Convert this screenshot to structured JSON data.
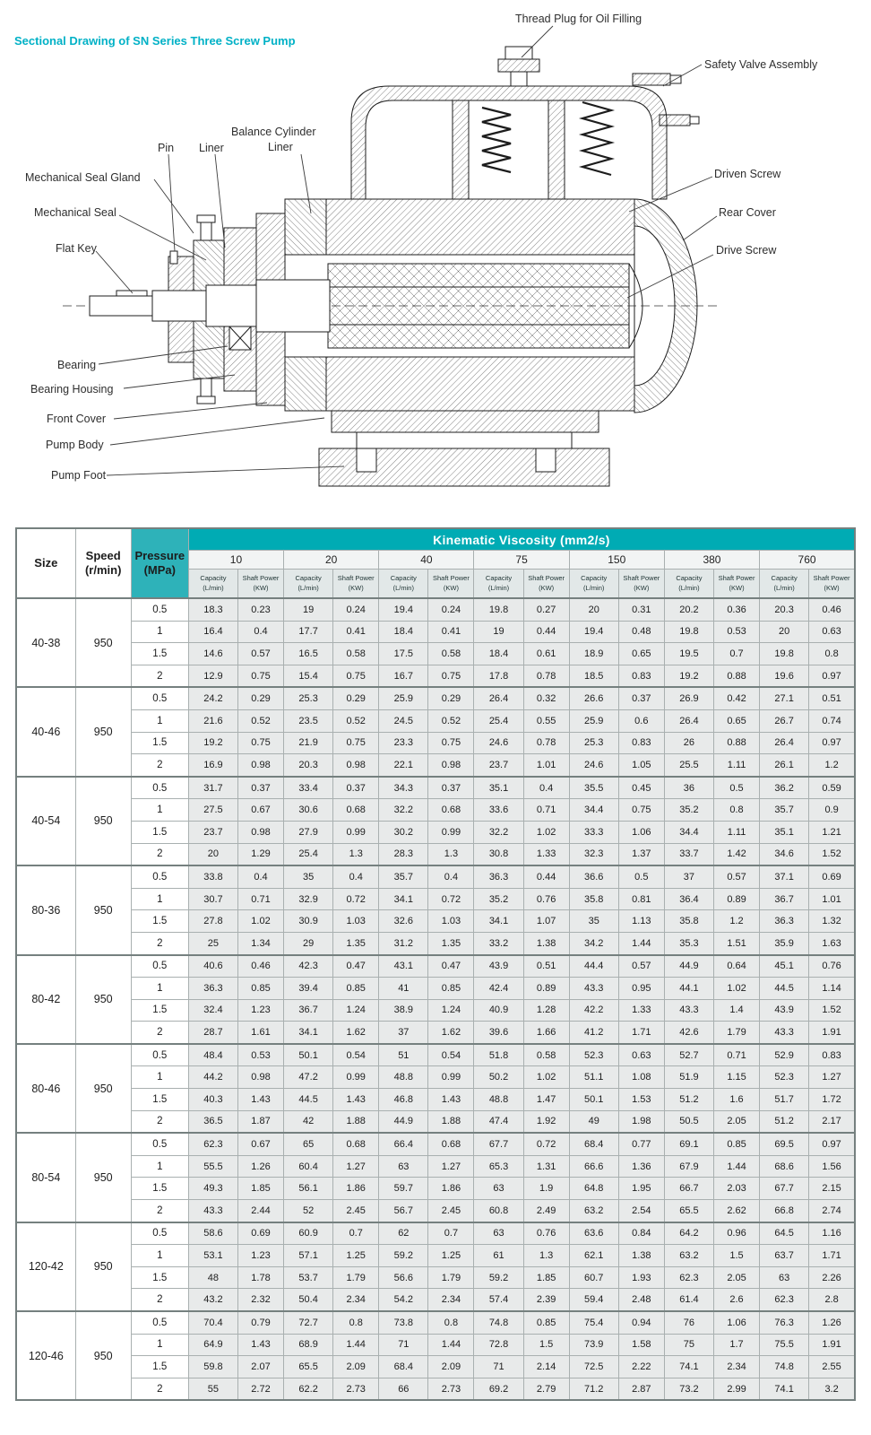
{
  "colors": {
    "accent_teal": "#00ABB4",
    "title_teal": "#00B1C6",
    "data_cell_gray": "#E8EAEA"
  },
  "drawing": {
    "title": "Sectional Drawing of SN Series Three Screw Pump",
    "labels": {
      "thread_plug": "Thread Plug for Oil Filling",
      "safety_valve": "Safety Valve Assembly",
      "balance_cylinder_line1": "Balance Cylinder",
      "balance_cylinder_line2": "Liner",
      "pin": "Pin",
      "liner": "Liner",
      "mechanical_seal_gland": "Mechanical Seal Gland",
      "mechanical_seal": "Mechanical Seal",
      "flat_key": "Flat Key",
      "driven_screw": "Driven Screw",
      "rear_cover": "Rear Cover",
      "drive_screw": "Drive Screw",
      "bearing": "Bearing",
      "bearing_housing": "Bearing Housing",
      "front_cover": "Front Cover",
      "pump_body": "Pump Body",
      "pump_foot": "Pump Foot"
    }
  },
  "table": {
    "header": {
      "size": "Size",
      "speed": "Speed\n(r/min)",
      "pressure": "Pressure\n(MPa)",
      "viscosity_title": "Kinematic Viscosity (mm2/s)",
      "viscosities": [
        "10",
        "20",
        "40",
        "75",
        "150",
        "380",
        "760"
      ],
      "capacity_label": "Capacity\n(L/min)",
      "power_label": "Shaft Power\n(KW)"
    },
    "groups": [
      {
        "size": "40-38",
        "speed": "950",
        "rows": [
          {
            "pressure": "0.5",
            "values": [
              "18.3",
              "0.23",
              "19",
              "0.24",
              "19.4",
              "0.24",
              "19.8",
              "0.27",
              "20",
              "0.31",
              "20.2",
              "0.36",
              "20.3",
              "0.46"
            ]
          },
          {
            "pressure": "1",
            "values": [
              "16.4",
              "0.4",
              "17.7",
              "0.41",
              "18.4",
              "0.41",
              "19",
              "0.44",
              "19.4",
              "0.48",
              "19.8",
              "0.53",
              "20",
              "0.63"
            ]
          },
          {
            "pressure": "1.5",
            "values": [
              "14.6",
              "0.57",
              "16.5",
              "0.58",
              "17.5",
              "0.58",
              "18.4",
              "0.61",
              "18.9",
              "0.65",
              "19.5",
              "0.7",
              "19.8",
              "0.8"
            ]
          },
          {
            "pressure": "2",
            "values": [
              "12.9",
              "0.75",
              "15.4",
              "0.75",
              "16.7",
              "0.75",
              "17.8",
              "0.78",
              "18.5",
              "0.83",
              "19.2",
              "0.88",
              "19.6",
              "0.97"
            ]
          }
        ]
      },
      {
        "size": "40-46",
        "speed": "950",
        "rows": [
          {
            "pressure": "0.5",
            "values": [
              "24.2",
              "0.29",
              "25.3",
              "0.29",
              "25.9",
              "0.29",
              "26.4",
              "0.32",
              "26.6",
              "0.37",
              "26.9",
              "0.42",
              "27.1",
              "0.51"
            ]
          },
          {
            "pressure": "1",
            "values": [
              "21.6",
              "0.52",
              "23.5",
              "0.52",
              "24.5",
              "0.52",
              "25.4",
              "0.55",
              "25.9",
              "0.6",
              "26.4",
              "0.65",
              "26.7",
              "0.74"
            ]
          },
          {
            "pressure": "1.5",
            "values": [
              "19.2",
              "0.75",
              "21.9",
              "0.75",
              "23.3",
              "0.75",
              "24.6",
              "0.78",
              "25.3",
              "0.83",
              "26",
              "0.88",
              "26.4",
              "0.97"
            ]
          },
          {
            "pressure": "2",
            "values": [
              "16.9",
              "0.98",
              "20.3",
              "0.98",
              "22.1",
              "0.98",
              "23.7",
              "1.01",
              "24.6",
              "1.05",
              "25.5",
              "1.11",
              "26.1",
              "1.2"
            ]
          }
        ]
      },
      {
        "size": "40-54",
        "speed": "950",
        "rows": [
          {
            "pressure": "0.5",
            "values": [
              "31.7",
              "0.37",
              "33.4",
              "0.37",
              "34.3",
              "0.37",
              "35.1",
              "0.4",
              "35.5",
              "0.45",
              "36",
              "0.5",
              "36.2",
              "0.59"
            ]
          },
          {
            "pressure": "1",
            "values": [
              "27.5",
              "0.67",
              "30.6",
              "0.68",
              "32.2",
              "0.68",
              "33.6",
              "0.71",
              "34.4",
              "0.75",
              "35.2",
              "0.8",
              "35.7",
              "0.9"
            ]
          },
          {
            "pressure": "1.5",
            "values": [
              "23.7",
              "0.98",
              "27.9",
              "0.99",
              "30.2",
              "0.99",
              "32.2",
              "1.02",
              "33.3",
              "1.06",
              "34.4",
              "1.11",
              "35.1",
              "1.21"
            ]
          },
          {
            "pressure": "2",
            "values": [
              "20",
              "1.29",
              "25.4",
              "1.3",
              "28.3",
              "1.3",
              "30.8",
              "1.33",
              "32.3",
              "1.37",
              "33.7",
              "1.42",
              "34.6",
              "1.52"
            ]
          }
        ]
      },
      {
        "size": "80-36",
        "speed": "950",
        "rows": [
          {
            "pressure": "0.5",
            "values": [
              "33.8",
              "0.4",
              "35",
              "0.4",
              "35.7",
              "0.4",
              "36.3",
              "0.44",
              "36.6",
              "0.5",
              "37",
              "0.57",
              "37.1",
              "0.69"
            ]
          },
          {
            "pressure": "1",
            "values": [
              "30.7",
              "0.71",
              "32.9",
              "0.72",
              "34.1",
              "0.72",
              "35.2",
              "0.76",
              "35.8",
              "0.81",
              "36.4",
              "0.89",
              "36.7",
              "1.01"
            ]
          },
          {
            "pressure": "1.5",
            "values": [
              "27.8",
              "1.02",
              "30.9",
              "1.03",
              "32.6",
              "1.03",
              "34.1",
              "1.07",
              "35",
              "1.13",
              "35.8",
              "1.2",
              "36.3",
              "1.32"
            ]
          },
          {
            "pressure": "2",
            "values": [
              "25",
              "1.34",
              "29",
              "1.35",
              "31.2",
              "1.35",
              "33.2",
              "1.38",
              "34.2",
              "1.44",
              "35.3",
              "1.51",
              "35.9",
              "1.63"
            ]
          }
        ]
      },
      {
        "size": "80-42",
        "speed": "950",
        "rows": [
          {
            "pressure": "0.5",
            "values": [
              "40.6",
              "0.46",
              "42.3",
              "0.47",
              "43.1",
              "0.47",
              "43.9",
              "0.51",
              "44.4",
              "0.57",
              "44.9",
              "0.64",
              "45.1",
              "0.76"
            ]
          },
          {
            "pressure": "1",
            "values": [
              "36.3",
              "0.85",
              "39.4",
              "0.85",
              "41",
              "0.85",
              "42.4",
              "0.89",
              "43.3",
              "0.95",
              "44.1",
              "1.02",
              "44.5",
              "1.14"
            ]
          },
          {
            "pressure": "1.5",
            "values": [
              "32.4",
              "1.23",
              "36.7",
              "1.24",
              "38.9",
              "1.24",
              "40.9",
              "1.28",
              "42.2",
              "1.33",
              "43.3",
              "1.4",
              "43.9",
              "1.52"
            ]
          },
          {
            "pressure": "2",
            "values": [
              "28.7",
              "1.61",
              "34.1",
              "1.62",
              "37",
              "1.62",
              "39.6",
              "1.66",
              "41.2",
              "1.71",
              "42.6",
              "1.79",
              "43.3",
              "1.91"
            ]
          }
        ]
      },
      {
        "size": "80-46",
        "speed": "950",
        "rows": [
          {
            "pressure": "0.5",
            "values": [
              "48.4",
              "0.53",
              "50.1",
              "0.54",
              "51",
              "0.54",
              "51.8",
              "0.58",
              "52.3",
              "0.63",
              "52.7",
              "0.71",
              "52.9",
              "0.83"
            ]
          },
          {
            "pressure": "1",
            "values": [
              "44.2",
              "0.98",
              "47.2",
              "0.99",
              "48.8",
              "0.99",
              "50.2",
              "1.02",
              "51.1",
              "1.08",
              "51.9",
              "1.15",
              "52.3",
              "1.27"
            ]
          },
          {
            "pressure": "1.5",
            "values": [
              "40.3",
              "1.43",
              "44.5",
              "1.43",
              "46.8",
              "1.43",
              "48.8",
              "1.47",
              "50.1",
              "1.53",
              "51.2",
              "1.6",
              "51.7",
              "1.72"
            ]
          },
          {
            "pressure": "2",
            "values": [
              "36.5",
              "1.87",
              "42",
              "1.88",
              "44.9",
              "1.88",
              "47.4",
              "1.92",
              "49",
              "1.98",
              "50.5",
              "2.05",
              "51.2",
              "2.17"
            ]
          }
        ]
      },
      {
        "size": "80-54",
        "speed": "950",
        "rows": [
          {
            "pressure": "0.5",
            "values": [
              "62.3",
              "0.67",
              "65",
              "0.68",
              "66.4",
              "0.68",
              "67.7",
              "0.72",
              "68.4",
              "0.77",
              "69.1",
              "0.85",
              "69.5",
              "0.97"
            ]
          },
          {
            "pressure": "1",
            "values": [
              "55.5",
              "1.26",
              "60.4",
              "1.27",
              "63",
              "1.27",
              "65.3",
              "1.31",
              "66.6",
              "1.36",
              "67.9",
              "1.44",
              "68.6",
              "1.56"
            ]
          },
          {
            "pressure": "1.5",
            "values": [
              "49.3",
              "1.85",
              "56.1",
              "1.86",
              "59.7",
              "1.86",
              "63",
              "1.9",
              "64.8",
              "1.95",
              "66.7",
              "2.03",
              "67.7",
              "2.15"
            ]
          },
          {
            "pressure": "2",
            "values": [
              "43.3",
              "2.44",
              "52",
              "2.45",
              "56.7",
              "2.45",
              "60.8",
              "2.49",
              "63.2",
              "2.54",
              "65.5",
              "2.62",
              "66.8",
              "2.74"
            ]
          }
        ]
      },
      {
        "size": "120-42",
        "speed": "950",
        "rows": [
          {
            "pressure": "0.5",
            "values": [
              "58.6",
              "0.69",
              "60.9",
              "0.7",
              "62",
              "0.7",
              "63",
              "0.76",
              "63.6",
              "0.84",
              "64.2",
              "0.96",
              "64.5",
              "1.16"
            ]
          },
          {
            "pressure": "1",
            "values": [
              "53.1",
              "1.23",
              "57.1",
              "1.25",
              "59.2",
              "1.25",
              "61",
              "1.3",
              "62.1",
              "1.38",
              "63.2",
              "1.5",
              "63.7",
              "1.71"
            ]
          },
          {
            "pressure": "1.5",
            "values": [
              "48",
              "1.78",
              "53.7",
              "1.79",
              "56.6",
              "1.79",
              "59.2",
              "1.85",
              "60.7",
              "1.93",
              "62.3",
              "2.05",
              "63",
              "2.26"
            ]
          },
          {
            "pressure": "2",
            "values": [
              "43.2",
              "2.32",
              "50.4",
              "2.34",
              "54.2",
              "2.34",
              "57.4",
              "2.39",
              "59.4",
              "2.48",
              "61.4",
              "2.6",
              "62.3",
              "2.8"
            ]
          }
        ]
      },
      {
        "size": "120-46",
        "speed": "950",
        "rows": [
          {
            "pressure": "0.5",
            "values": [
              "70.4",
              "0.79",
              "72.7",
              "0.8",
              "73.8",
              "0.8",
              "74.8",
              "0.85",
              "75.4",
              "0.94",
              "76",
              "1.06",
              "76.3",
              "1.26"
            ]
          },
          {
            "pressure": "1",
            "values": [
              "64.9",
              "1.43",
              "68.9",
              "1.44",
              "71",
              "1.44",
              "72.8",
              "1.5",
              "73.9",
              "1.58",
              "75",
              "1.7",
              "75.5",
              "1.91"
            ]
          },
          {
            "pressure": "1.5",
            "values": [
              "59.8",
              "2.07",
              "65.5",
              "2.09",
              "68.4",
              "2.09",
              "71",
              "2.14",
              "72.5",
              "2.22",
              "74.1",
              "2.34",
              "74.8",
              "2.55"
            ]
          },
          {
            "pressure": "2",
            "values": [
              "55",
              "2.72",
              "62.2",
              "2.73",
              "66",
              "2.73",
              "69.2",
              "2.79",
              "71.2",
              "2.87",
              "73.2",
              "2.99",
              "74.1",
              "3.2"
            ]
          }
        ]
      }
    ]
  }
}
